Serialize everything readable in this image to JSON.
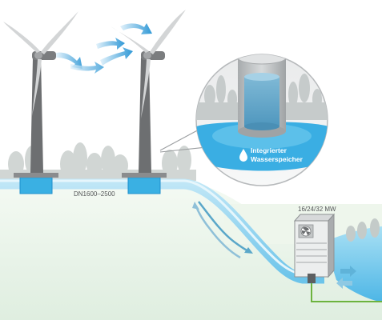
{
  "labels": {
    "pipe": "DN1600–2500",
    "storage_line1": "Integrierter",
    "storage_line2": "Wasserspeicher",
    "turbine": "16/24/32 MW"
  },
  "colors": {
    "water_light": "#8fd3ee",
    "water": "#2aa6e0",
    "water_dark": "#1b8fcf",
    "cable": "#6db33f",
    "tower": "#6d6f71",
    "ground": "#eaf4e9",
    "tank": "#c8cbcc",
    "arrow_blue": "#4aa8df"
  },
  "icons": {
    "drop": "water-drop-icon",
    "fan": "fan-icon"
  }
}
